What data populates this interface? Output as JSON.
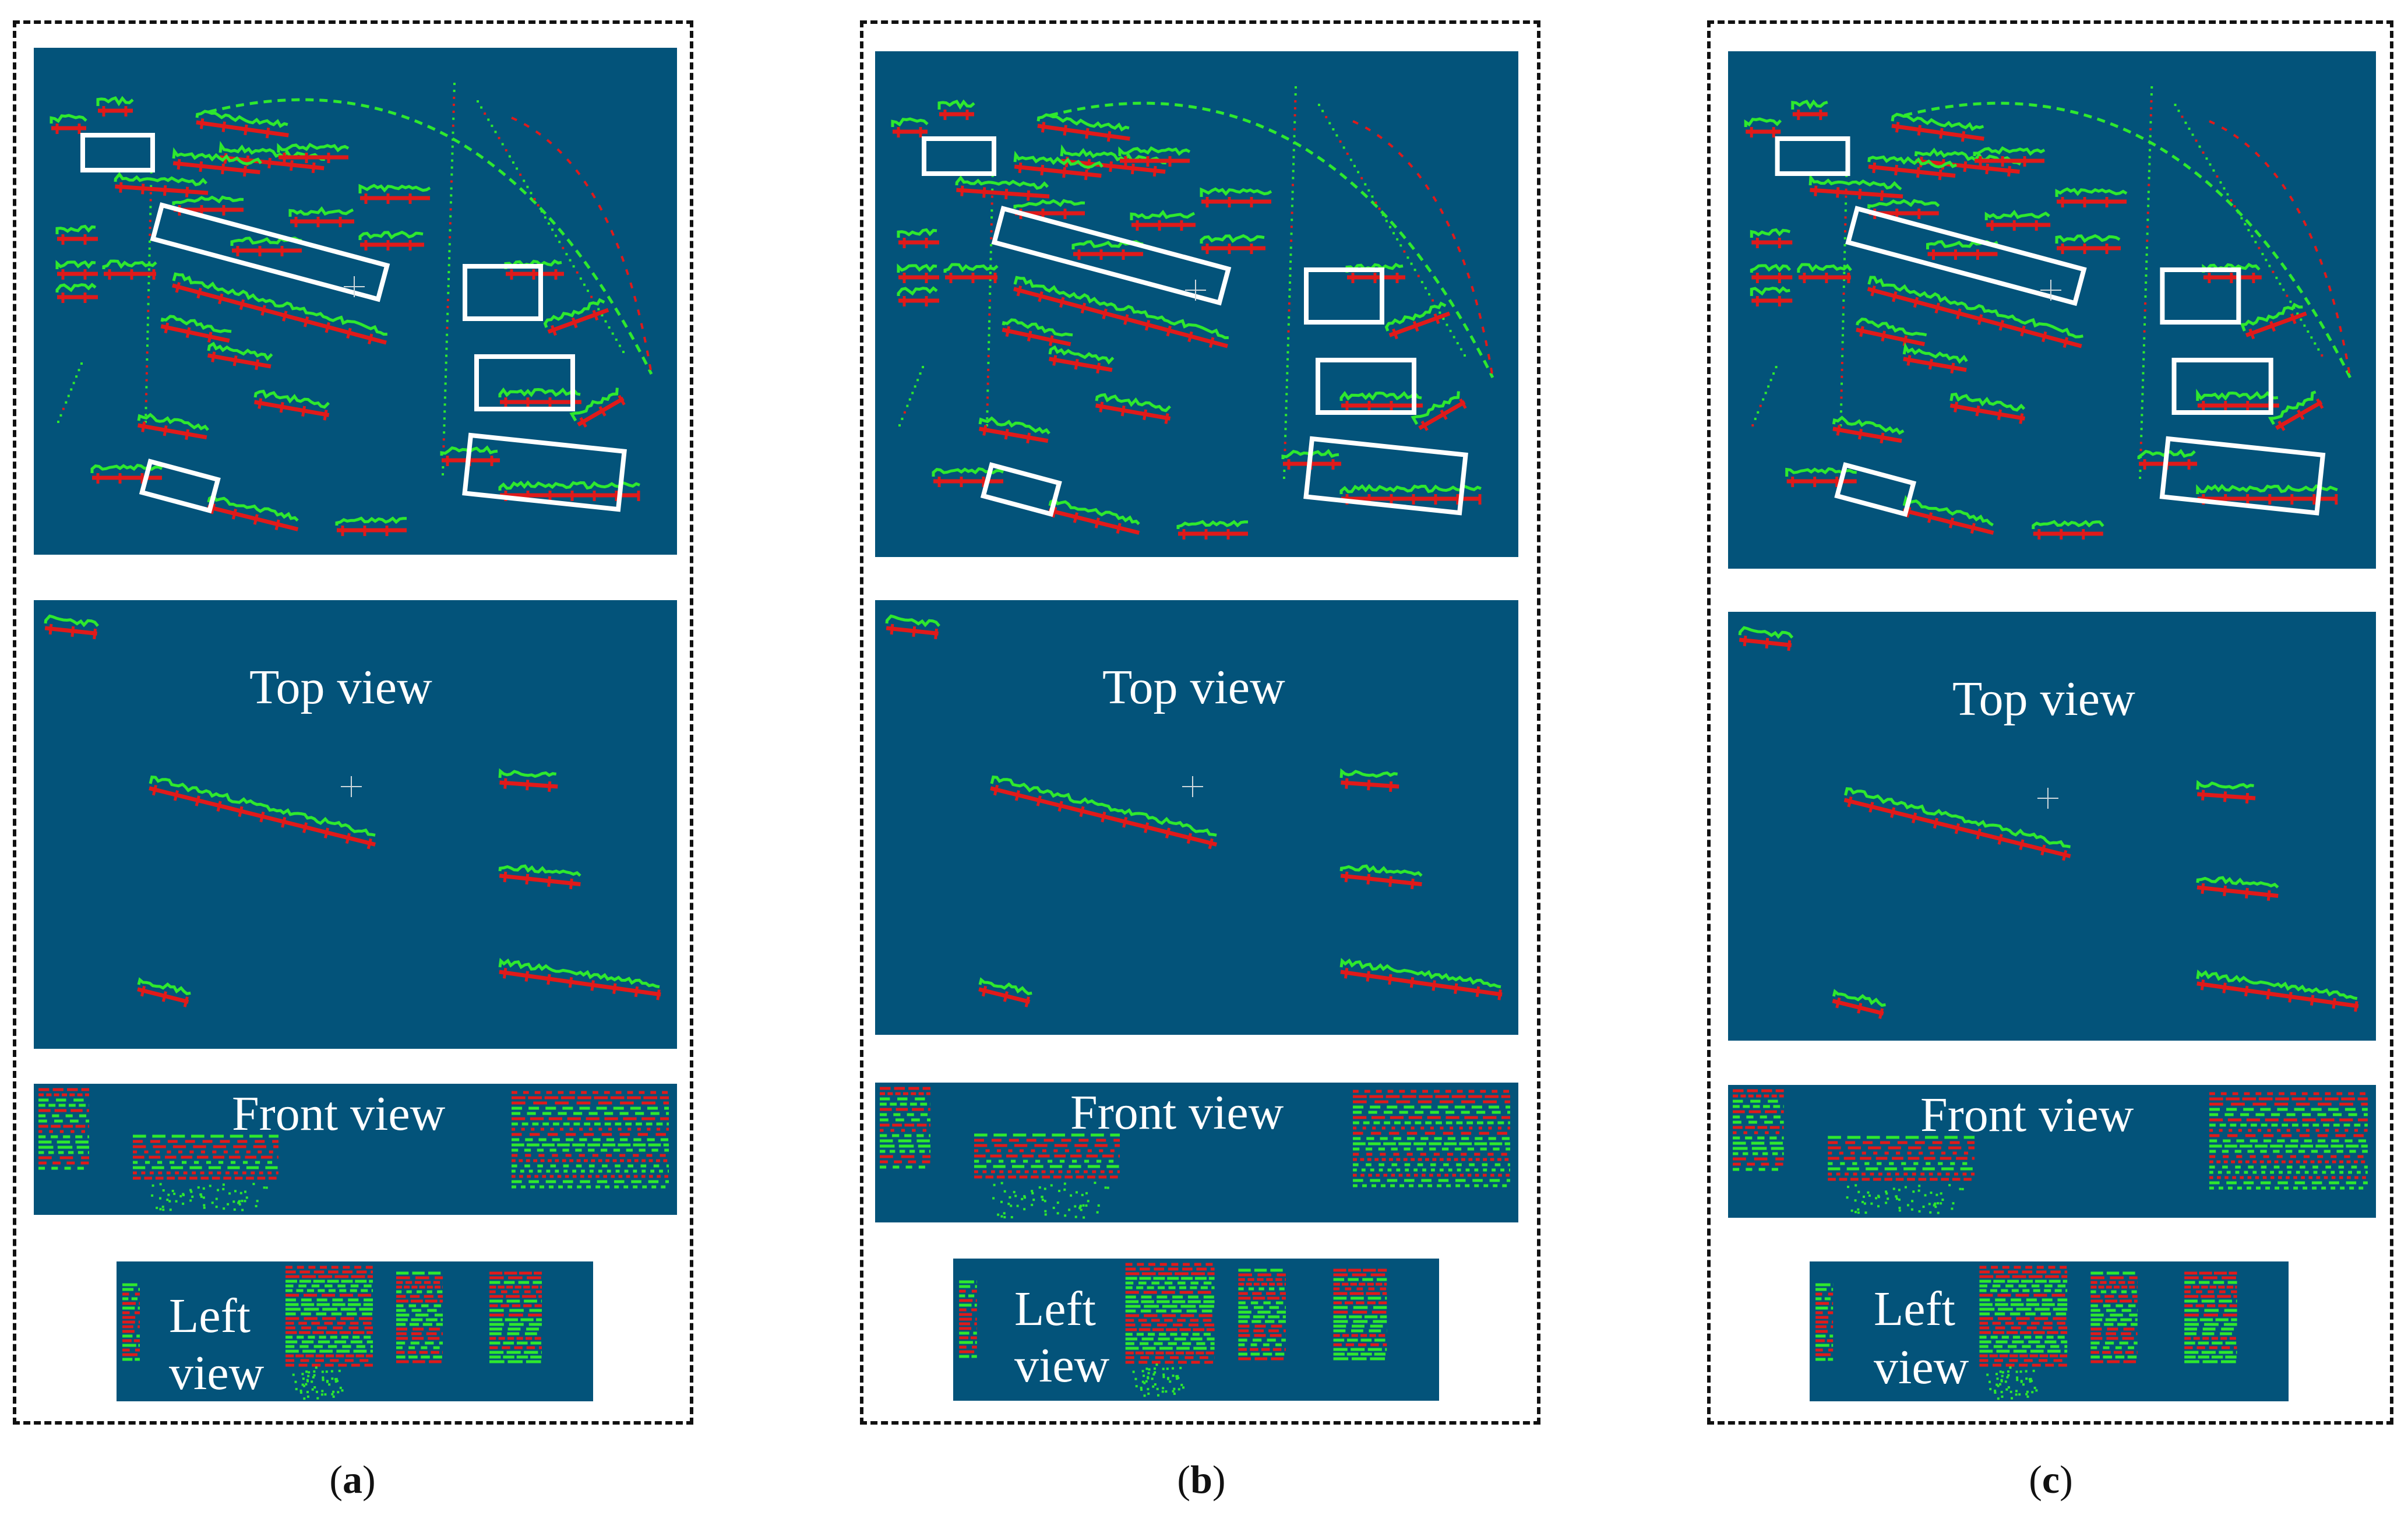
{
  "panels": [
    {
      "id": "a",
      "caption_open": "(",
      "caption_letter": "a",
      "caption_close": ")",
      "top_view": "Top view",
      "front_view": "Front view",
      "left_view_1": "Left",
      "left_view_2": "view"
    },
    {
      "id": "b",
      "caption_open": "(",
      "caption_letter": "b",
      "caption_close": ")",
      "top_view": "Top view",
      "front_view": "Front view",
      "left_view_1": "Left",
      "left_view_2": "view"
    },
    {
      "id": "c",
      "caption_open": "(",
      "caption_letter": "c",
      "caption_close": ")",
      "top_view": "Top view",
      "front_view": "Front view",
      "left_view_1": "Left",
      "left_view_2": "view"
    }
  ],
  "colors": {
    "background": "#03537a",
    "green": "#2ee82e",
    "red": "#e01a1a",
    "highlight": "#ffffff"
  }
}
